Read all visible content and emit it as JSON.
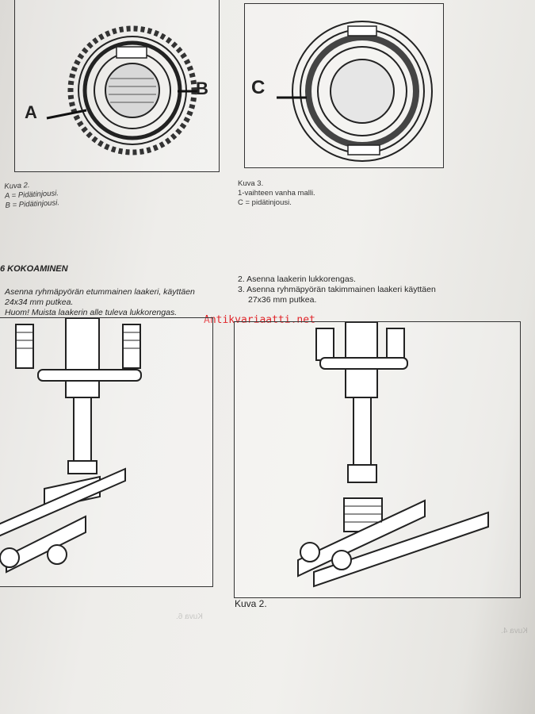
{
  "figures": {
    "fig_top_left": {
      "caption_title": "Kuva 2.",
      "caption_lines": [
        "A = Pidätinjousi.",
        "B = Pidätinjousi."
      ],
      "labels": [
        "A",
        "B"
      ]
    },
    "fig_top_right": {
      "caption_title": "Kuva 3.",
      "caption_lines": [
        "1-vaihteen vanha malli.",
        "C = pidätinjousi."
      ],
      "labels": [
        "C"
      ]
    },
    "fig_bottom_right": {
      "caption_title": "Kuva 2."
    }
  },
  "section": {
    "heading": "6 KOKOAMINEN",
    "left_paragraph": [
      "Asenna ryhmäpyörän etummainen laakeri, käyttäen",
      "24x34 mm putkea."
    ],
    "note": "Huom! Muista laakerin alle tuleva lukkorengas.",
    "steps": [
      {
        "num": "2.",
        "text": "Asenna laakerin lukkorengas."
      },
      {
        "num": "3.",
        "text": "Asenna ryhmäpyörän takimmainen laakeri käyttäen",
        "cont": "27x36 mm putkea."
      }
    ]
  },
  "watermark": "Antikvariaatti.net",
  "bleed_through": [
    "Kuva 6.",
    "Kuva 4."
  ]
}
